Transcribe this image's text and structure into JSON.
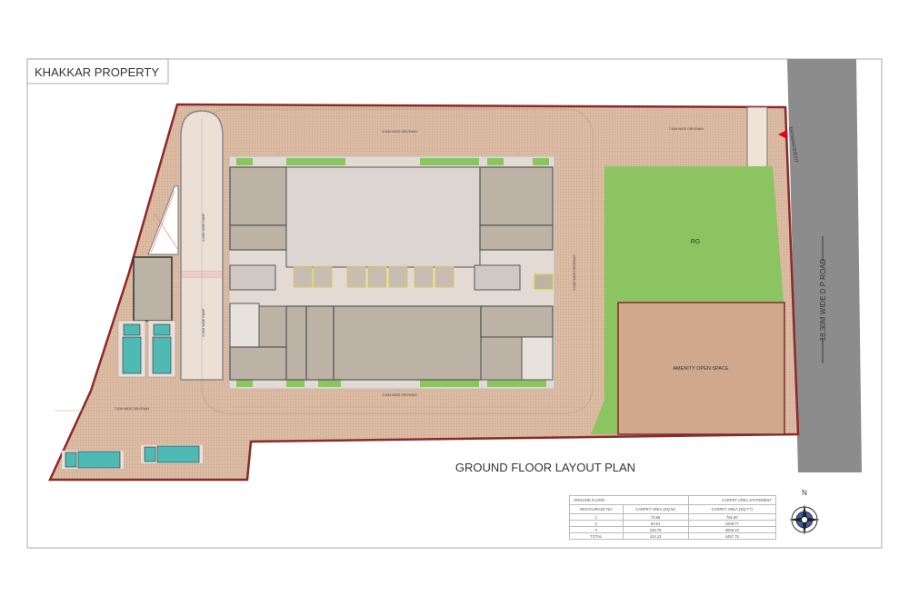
{
  "title": "KHAKKAR PROPERTY",
  "plan_title": "GROUND FLOOR LAYOUT PLAN",
  "labels": {
    "driveway_top_left": "6.00M WIDE DRIVEWAY",
    "driveway_top_right": "7.50M WIDE DRIVEWAY",
    "driveway_right": "6.00M WIDE DRIVEWAY",
    "driveway_bottom": "6.00M WIDE DRIVEWAY",
    "driveway_bottom_left": "7.50M WIDE DRIVEWAY",
    "ramp_upper": "6.00M WIDE RAMP",
    "ramp_lower": "6.00M WIDE RAMP",
    "rg": "RG",
    "amenity": "AMENITY OPEN SPACE",
    "road": "18.30M WIDE D P ROAD",
    "entrance": "ENTRANCE/EXIT",
    "north": "N"
  },
  "table": {
    "left_header": "GROUND FLOOR",
    "right_header": "CARPET AREA STATEMENT",
    "columns": [
      "RESTAURANT NO",
      "CARPET AREA (SQ M)",
      "CARPET AREA (SQ FT)"
    ],
    "rows": [
      [
        "1",
        "73.56",
        "791.80"
      ],
      [
        "2",
        "93.81",
        "1009.77"
      ],
      [
        "3",
        "246.76",
        "2656.10"
      ],
      [
        "TOTAL",
        "414.13",
        "4457.75"
      ]
    ]
  },
  "colors": {
    "site": "#d9b8a0",
    "boundary": "#8b2a2a",
    "road": "#8c8c8c",
    "green": "#8cc462",
    "amenity": "#d0a98c",
    "room": "#bdb2a6",
    "vehicle": "#4fb9b3"
  }
}
